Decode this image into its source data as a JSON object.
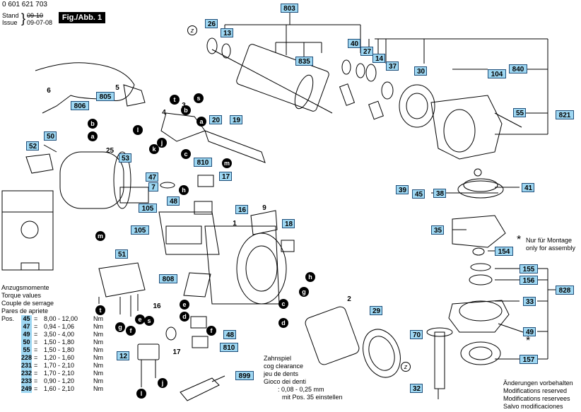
{
  "header": {
    "part_no": "0 601 621 703",
    "stand_label": "Stand",
    "stand_value": "09-10",
    "issue_label": "Issue",
    "issue_value": "09-07-08",
    "fig": "Fig./Abb. 1"
  },
  "labels": {
    "l803": "803",
    "l835": "835",
    "l26": "26",
    "l13": "13",
    "l40": "40",
    "l27": "27",
    "l14": "14",
    "l37": "37",
    "l30": "30",
    "l104": "104",
    "l840": "840",
    "l821": "821",
    "l55": "55",
    "l41": "41",
    "l39": "39",
    "l45": "45",
    "l38": "38",
    "l35": "35",
    "l154": "154",
    "l155": "155",
    "l156": "156",
    "l828": "828",
    "l33": "33",
    "l49": "49",
    "l157": "157",
    "l6": "6",
    "l806": "806",
    "l5": "5",
    "l805": "805",
    "l50": "50",
    "l52": "52",
    "l25": "25",
    "l4": "4",
    "l3": "3",
    "l20": "20",
    "l19": "19",
    "l53": "53",
    "l810a": "810",
    "l17a": "17",
    "l47": "47",
    "l7": "7",
    "l48a": "48",
    "l16a": "16",
    "l9": "9",
    "l18": "18",
    "l105a": "105",
    "l105b": "105",
    "l1": "1",
    "l51": "51",
    "l808": "808",
    "l16b": "16",
    "l48b": "48",
    "l17b": "17",
    "l810b": "810",
    "l12": "12",
    "l2": "2",
    "l29": "29",
    "l70": "70",
    "l32": "32",
    "l899": "899"
  },
  "letters": {
    "z1": "z",
    "z2": "z",
    "t1": "t",
    "s1": "s",
    "b1": "b",
    "a1": "a",
    "l1": "l",
    "j1": "j",
    "c1": "c",
    "b2": "b",
    "a2": "a",
    "m1": "m",
    "h1": "h",
    "m2": "m",
    "t2": "t",
    "g1": "g",
    "f1": "f",
    "e1": "e",
    "s2": "s",
    "h2": "h",
    "g2": "g",
    "c2": "c",
    "d1": "d",
    "e2": "e",
    "d2": "d",
    "f2": "f",
    "l2": "l",
    "j2": "j",
    "k1": "k"
  },
  "torque": {
    "heading": [
      "Anzugsmomente",
      "Torque values",
      "Couple de serrage",
      "Pares de apriete"
    ],
    "pos_label": "Pos.",
    "rows": [
      {
        "pos": "45",
        "range": "8,00 - 12,00",
        "unit": "Nm"
      },
      {
        "pos": "47",
        "range": "0,94 - 1,06",
        "unit": "Nm"
      },
      {
        "pos": "49",
        "range": "3,50 - 4,00",
        "unit": "Nm"
      },
      {
        "pos": "50",
        "range": "1,50 - 1,80",
        "unit": "Nm"
      },
      {
        "pos": "55",
        "range": "1,50 - 1,80",
        "unit": "Nm"
      },
      {
        "pos": "228",
        "range": "1,20 - 1,60",
        "unit": "Nm"
      },
      {
        "pos": "231",
        "range": "1,70 - 2,10",
        "unit": "Nm"
      },
      {
        "pos": "232",
        "range": "1,70 - 2,10",
        "unit": "Nm"
      },
      {
        "pos": "233",
        "range": "0,90 - 1,20",
        "unit": "Nm"
      },
      {
        "pos": "249",
        "range": "1,60 - 2,10",
        "unit": "Nm"
      }
    ]
  },
  "assembly_note": [
    "Nur für Montage",
    "only for assembly"
  ],
  "zahnspiel": [
    "Zahnspiel",
    "cog clearance",
    "jeu de dents",
    "Gioco dei denti",
    ": 0,08 - 0,25 mm",
    "mit Pos. 35 einstellen"
  ],
  "modifications": [
    "Änderungen vorbehalten",
    "Modifications reserved",
    "Modifications reservees",
    "Salvo modificaciones"
  ]
}
